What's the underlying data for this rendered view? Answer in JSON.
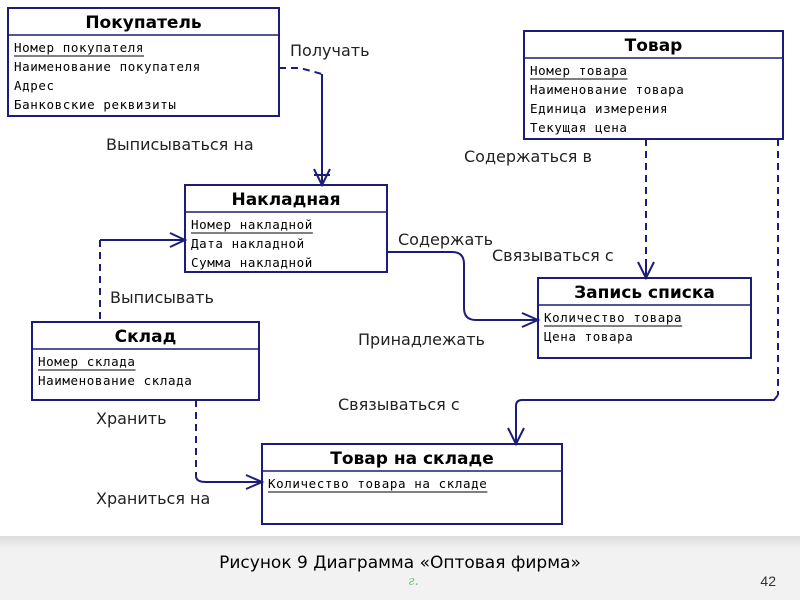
{
  "entities": [
    {
      "id": "pokupatel",
      "title": "Покупатель",
      "attrs": [
        "Номер покупателя",
        "Наименование покупателя",
        "Адрес",
        "Банковские реквизиты"
      ]
    },
    {
      "id": "tovar",
      "title": "Товар",
      "attrs": [
        "Номер товара",
        "Наименование товара",
        "Единица измерения",
        "Текущая цена"
      ]
    },
    {
      "id": "nakladnaya",
      "title": "Накладная",
      "attrs": [
        "Номер накладной",
        "Дата накладной",
        "Сумма накладной"
      ]
    },
    {
      "id": "zapis-spiska",
      "title": "Запись списка",
      "attrs": [
        "Количество товара",
        "Цена товара"
      ]
    },
    {
      "id": "sklad",
      "title": "Склад",
      "attrs": [
        "Номер склада",
        "Наименование склада"
      ]
    },
    {
      "id": "tovar-na-sklade",
      "title": "Товар на складе",
      "attrs": [
        "Количество товара на складе"
      ]
    }
  ],
  "relations": {
    "poluchat": "Получать",
    "vypisyvatsya_na": "Выписываться на",
    "soderzhatsya_v": "Содержаться в",
    "soderzhat": "Содержать",
    "svyazyvatsya_s_1": "Связываться с",
    "vypisyvat": "Выписывать",
    "prinadlezhat": "Принадлежать",
    "svyazyvatsya_s_2": "Связываться с",
    "hranit": "Хранить",
    "hranitsya_na": "Храниться на"
  },
  "footer": {
    "caption": "Рисунок 9 Диаграмма «Оптовая фирма»",
    "mark": "г.",
    "page_number": "42"
  },
  "colors": {
    "lines": "#1c1c7a",
    "footer_bg": "#f2f2f2",
    "mark": "#7fbf7f"
  }
}
